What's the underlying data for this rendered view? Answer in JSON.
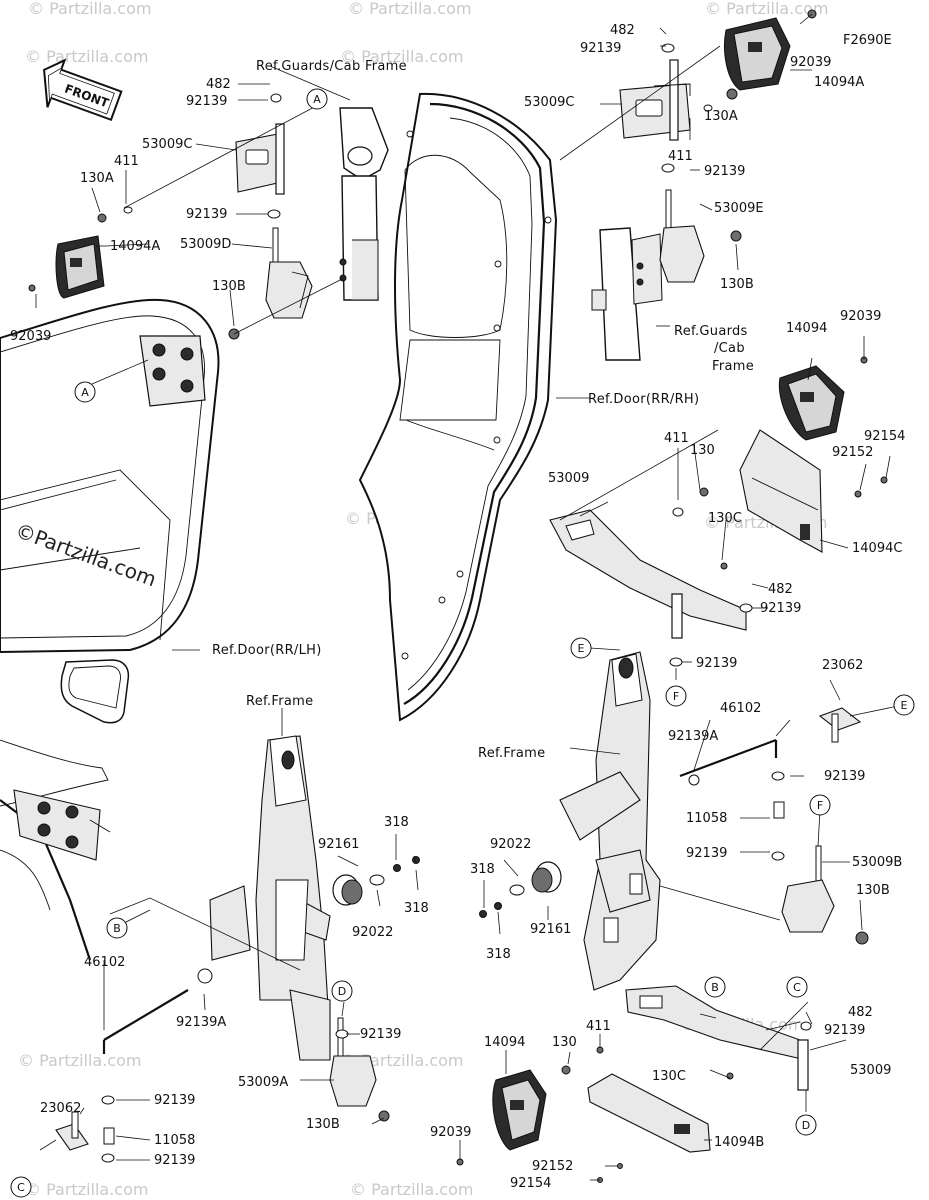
{
  "diagram_code": "F2690E",
  "front_label": "FRONT",
  "watermarks": {
    "main": "©Partzilla.com",
    "faint": "© Partzilla.com"
  },
  "references": {
    "guards_cab_frame_left": "Ref.Guards/Cab Frame",
    "guards_cab_frame_right_l1": "Ref.Guards",
    "guards_cab_frame_right_l2": "/Cab",
    "guards_cab_frame_right_l3": "Frame",
    "door_rr_rh": "Ref.Door(RR/RH)",
    "door_rr_lh": "Ref.Door(RR/LH)",
    "frame_left": "Ref.Frame",
    "frame_right": "Ref.Frame"
  },
  "callouts": {
    "A": "A",
    "B": "B",
    "C": "C",
    "D": "D",
    "E": "E",
    "F": "F"
  },
  "parts": {
    "p482": "482",
    "p92139": "92139",
    "p53009C": "53009C",
    "p411": "411",
    "p130A": "130A",
    "p53009D": "53009D",
    "p14094A": "14094A",
    "p130B": "130B",
    "p92039": "92039",
    "p53009E": "53009E",
    "p14094": "14094",
    "p130": "130",
    "p92154": "92154",
    "p92152": "92152",
    "p53009": "53009",
    "p130C": "130C",
    "p14094C": "14094C",
    "p23062": "23062",
    "p46102": "46102",
    "p92139A": "92139A",
    "p11058": "11058",
    "p53009B": "53009B",
    "p92161": "92161",
    "p318": "318",
    "p92022": "92022",
    "p53009A": "53009A",
    "p14094B": "14094B"
  }
}
